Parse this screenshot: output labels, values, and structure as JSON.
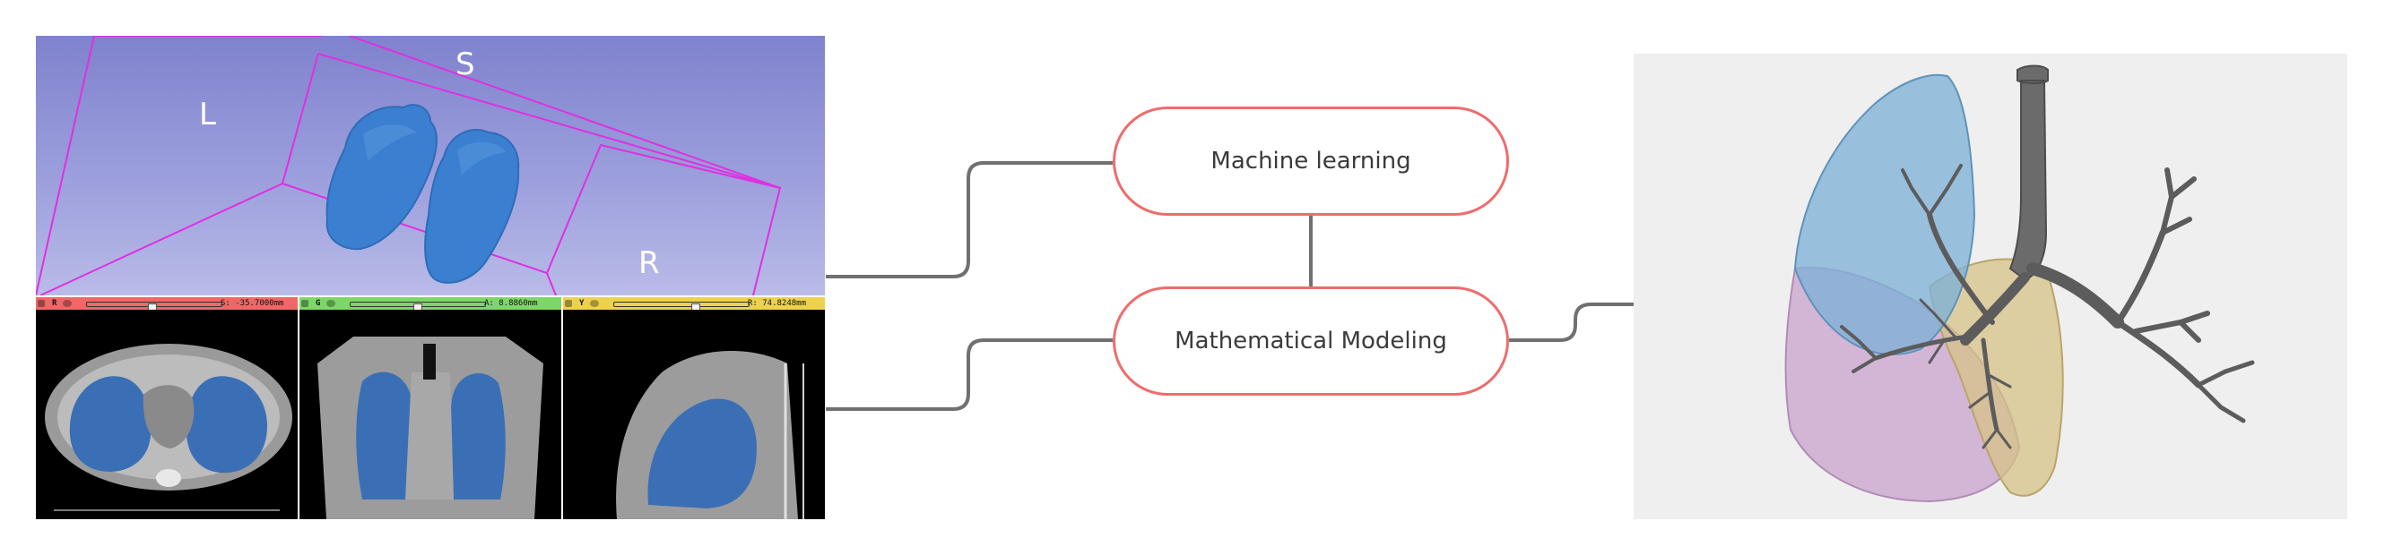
{
  "slicer": {
    "view3d": {
      "labels": {
        "left": "L",
        "superior": "S",
        "right": "R"
      },
      "lung_color": "#3a7fd0",
      "box_color": "#e030e0"
    },
    "slice_bars": [
      {
        "letter": "R",
        "value": "S: -35.7000mm",
        "color": "#ee6868"
      },
      {
        "letter": "G",
        "value": "A: 8.8860mm",
        "color": "#7fd668"
      },
      {
        "letter": "Y",
        "value": "R: 74.8248mm",
        "color": "#ecd24e"
      }
    ],
    "views": [
      "axial",
      "coronal",
      "sagittal"
    ],
    "segmentation_color": "#3b6fb5"
  },
  "nodes": {
    "machine_learning": "Machine learning",
    "mathematical_modeling": "Mathematical Modeling",
    "border_color": "#ef6c6c"
  },
  "connector_color": "#707070",
  "lung_model": {
    "lobe_colors": [
      "#7fb1d6",
      "#c9a3cd",
      "#d6c387"
    ],
    "airway_color": "#6b6b6b",
    "background": "#efefef"
  }
}
